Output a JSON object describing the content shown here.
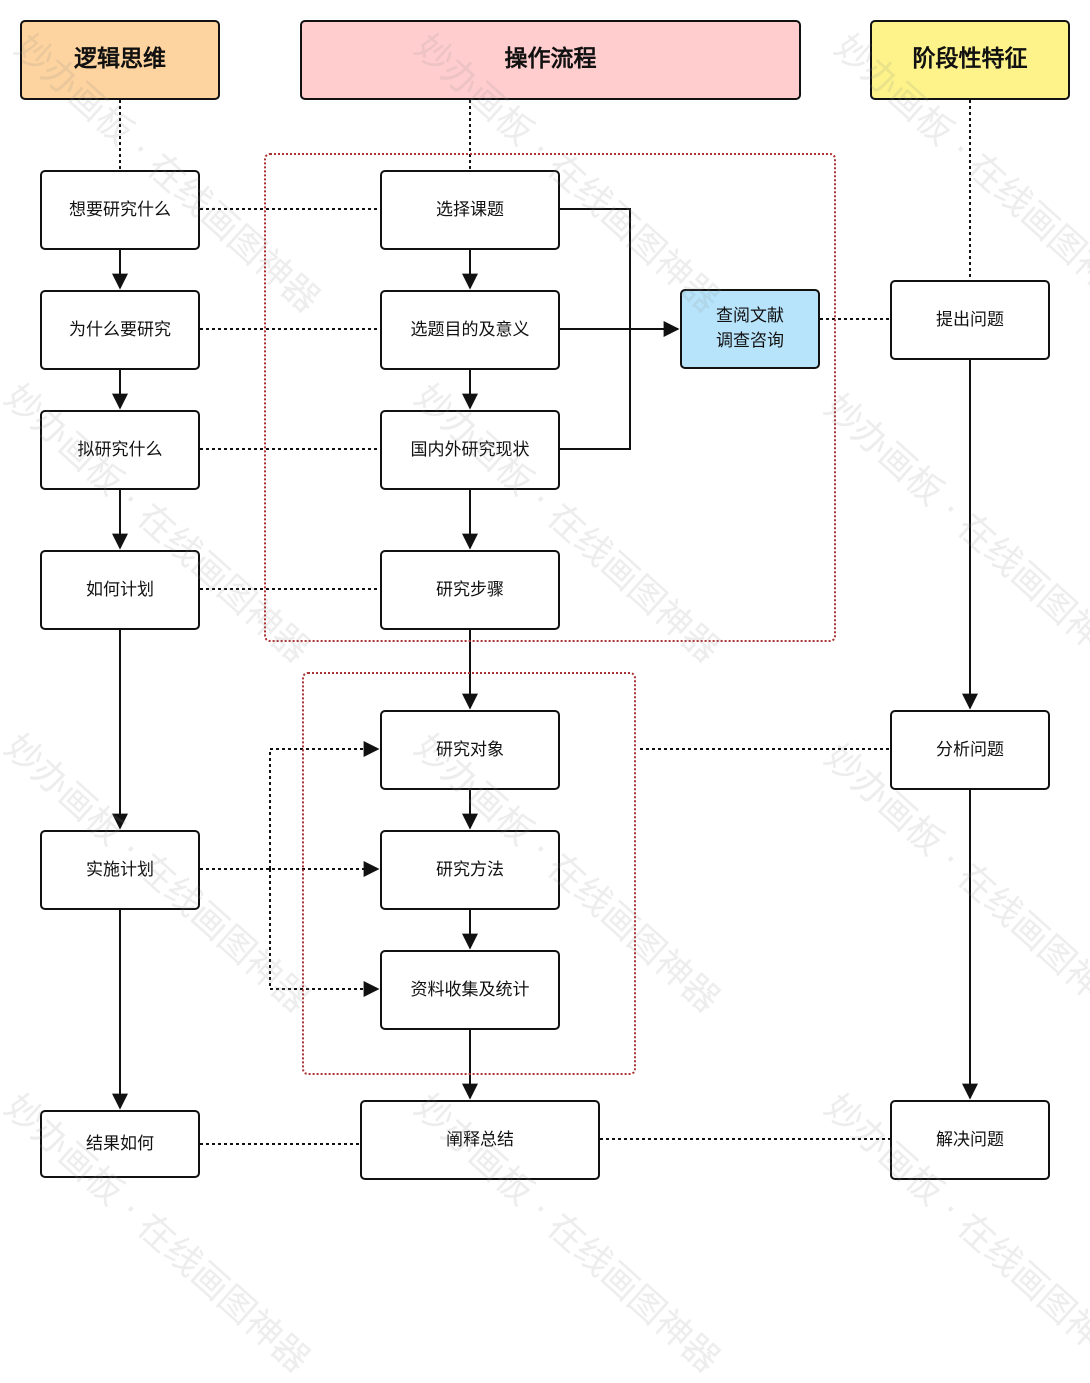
{
  "headers": {
    "logic": "逻辑思维",
    "operation": "操作流程",
    "stage": "阶段性特征"
  },
  "logic_steps": [
    "想要研究什么",
    "为什么要研究",
    "拟研究什么",
    "如何计划",
    "实施计划",
    "结果如何"
  ],
  "operation_steps": [
    "选择课题",
    "选题目的及意义",
    "国内外研究现状",
    "研究步骤",
    "研究对象",
    "研究方法",
    "资料收集及统计",
    "阐释总结"
  ],
  "literature": {
    "line1": "查阅文献",
    "line2": "调查咨询"
  },
  "stage_steps": [
    "提出问题",
    "分析问题",
    "解决问题"
  ],
  "watermark": "妙办画板 · 在线画图神器",
  "colors": {
    "logic_header": "#fdd39f",
    "operation_header": "#ffcdcd",
    "stage_header": "#fdf38a",
    "literature": "#b7e4fb",
    "region_border": "#a33333"
  }
}
